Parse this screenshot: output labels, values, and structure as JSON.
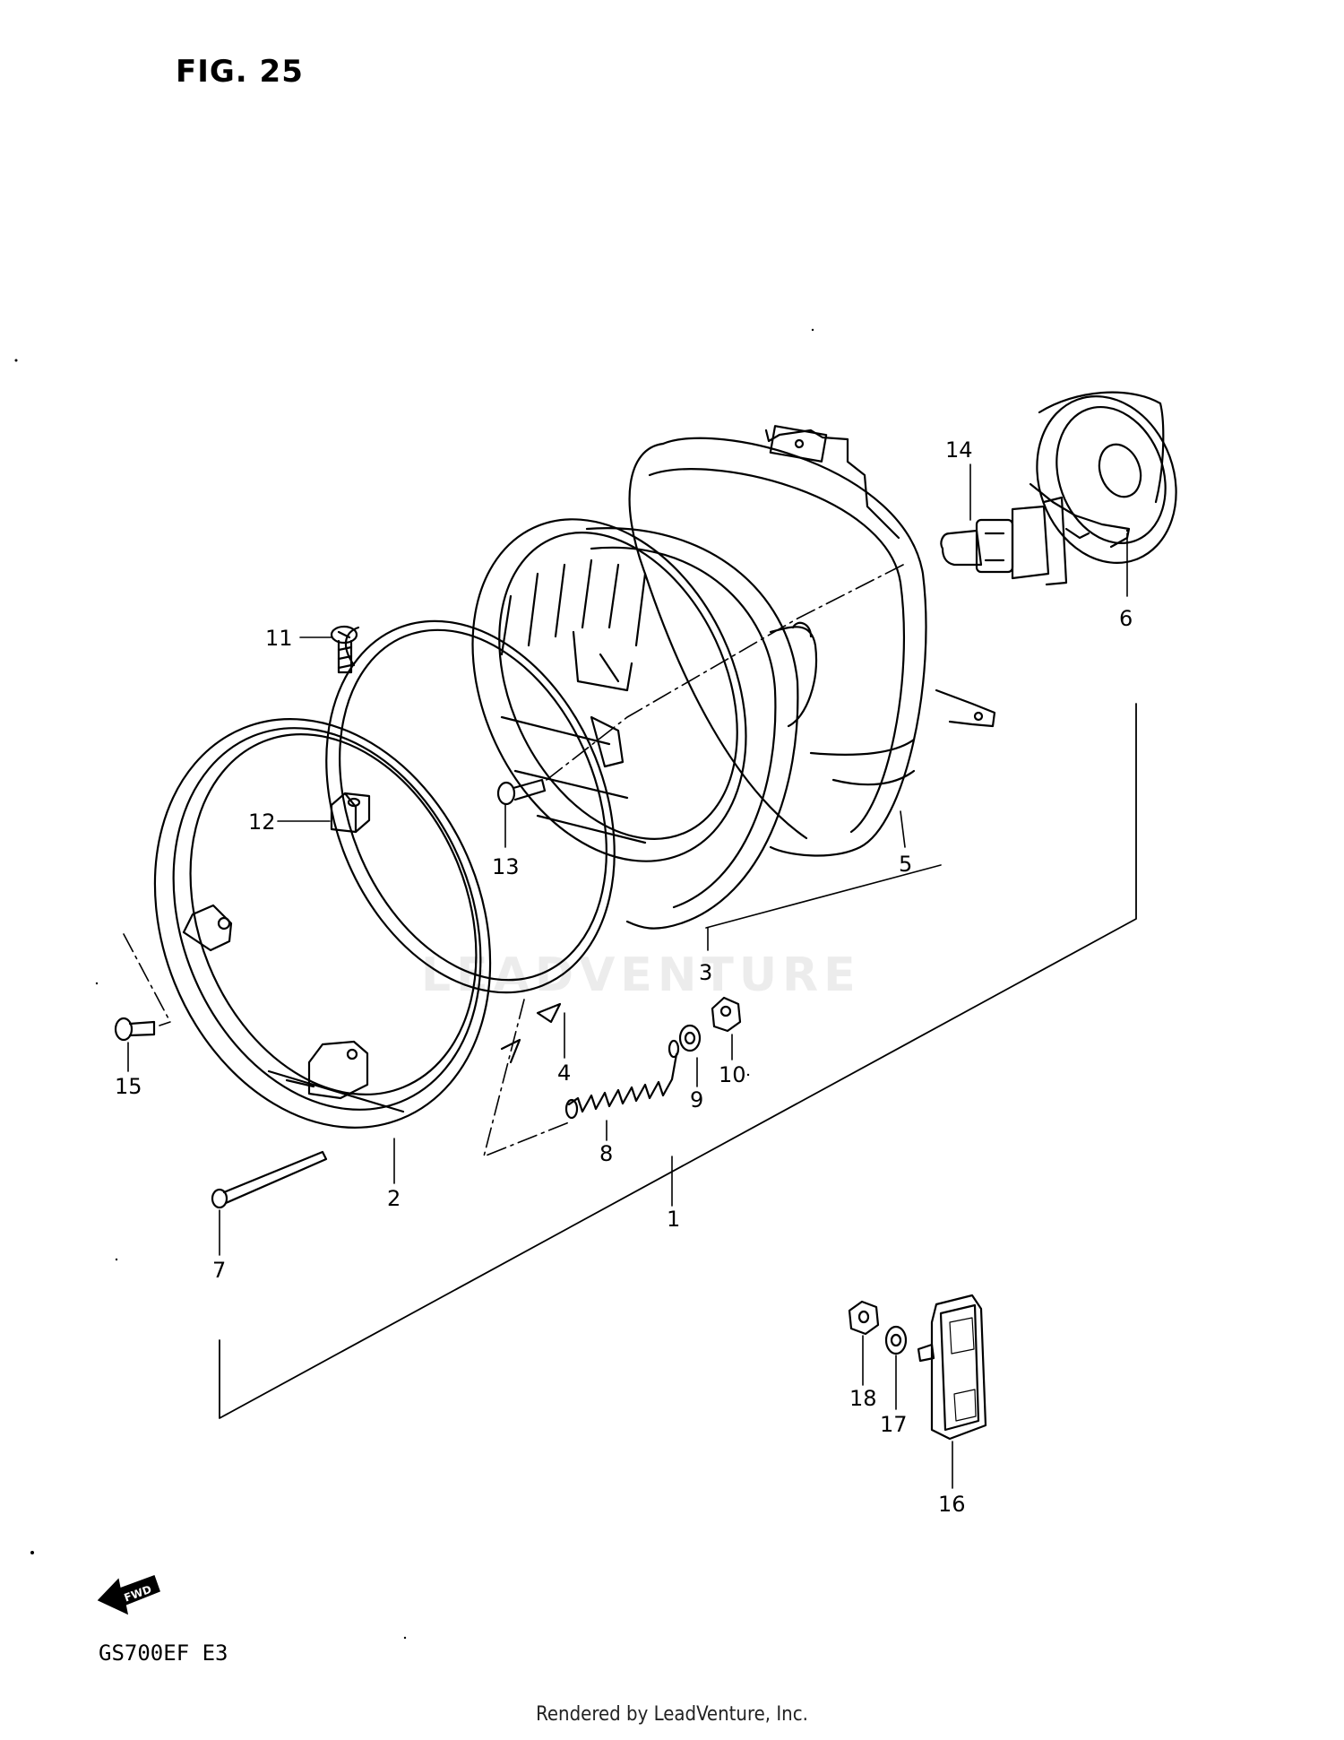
{
  "figure_title": "FIG. 25",
  "model_code": "GS700EF  E3",
  "footer_text": "Rendered by LeadVenture, Inc.",
  "watermark_text": "LEADVENTURE",
  "fwd_badge": "FWD",
  "callouts": [
    "1",
    "2",
    "3",
    "4",
    "5",
    "6",
    "7",
    "8",
    "9",
    "10",
    "11",
    "12",
    "13",
    "14",
    "15",
    "16",
    "17",
    "18"
  ],
  "colors": {
    "line": "#000000",
    "background": "#ffffff",
    "watermark": "#ececec"
  }
}
